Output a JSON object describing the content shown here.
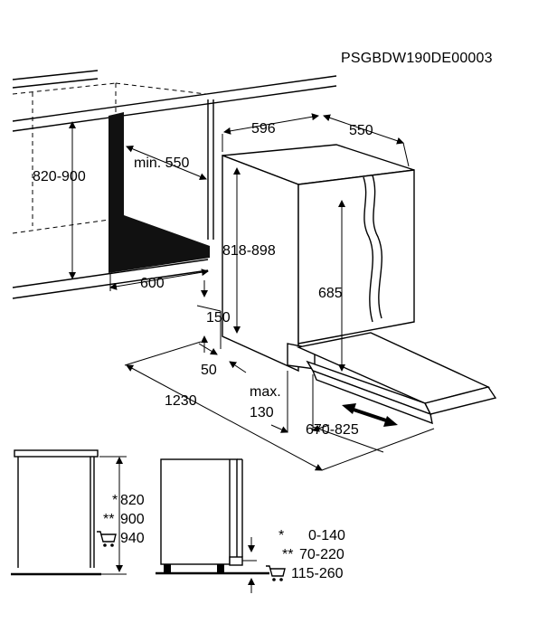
{
  "diagram": {
    "code": "PSGBDW190DE00003",
    "labels": {
      "niche_height": "820-900",
      "niche_depth_min": "min. 550",
      "niche_width": "600",
      "appliance_width": "596",
      "appliance_depth": "550",
      "appliance_height": "818-898",
      "door_height": "685",
      "plinth_height": "150",
      "plinth_gap": "50",
      "open_depth": "1230",
      "max_label": "max.",
      "max_value": "130",
      "door_slide": "670-825"
    },
    "heights": {
      "h1_mark": "*",
      "h1": "820",
      "h2_mark": "**",
      "h2": "900",
      "h3": "940"
    },
    "legend": {
      "row1_mark": "*",
      "row1": "0-140",
      "row2_mark": "**",
      "row2": "70-220",
      "row3": "115-260"
    },
    "icons": [
      "cart-icon",
      "arrow-up-icon",
      "arrow-down-icon",
      "double-arrow-icon"
    ]
  }
}
